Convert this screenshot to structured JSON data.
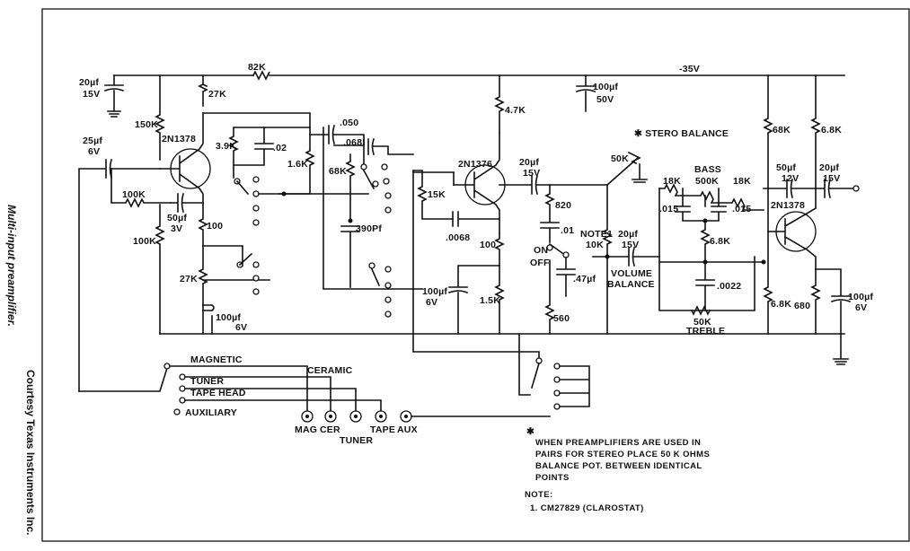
{
  "caption": "Multi-input preamplifier.",
  "credit": "Courtesy Texas Instruments Inc.",
  "supply": "-35V",
  "transistors": [
    "2N1378",
    "2N1376",
    "2N1378"
  ],
  "labels": {
    "c_in_top": "20µf",
    "c_in_top_v": "15V",
    "r82k": "82K",
    "r27k_a": "27K",
    "r150k": "150K",
    "c25": "25µf",
    "c25v": "6V",
    "r100k_a": "100K",
    "c50": "50µf",
    "c50v": "3V",
    "r100": "100",
    "r100k_b": "100K",
    "r27k_b": "27K",
    "c100_a": "100µf",
    "c100_av": "6V",
    "r39k": "3.9K",
    "c02": ".02",
    "r16k": "1.6K",
    "c050": ".050",
    "c068": ".068",
    "r68k_a": "68K",
    "c390": "390Pf",
    "r47k": "4.7K",
    "r15k": "15K",
    "c0068": ".0068",
    "r100b": "100",
    "c100_b": "100µf",
    "c100_bv": "6V",
    "r15k_b": "1.5K",
    "c100_top": "100µf",
    "c100_topv": "50V",
    "c20_b": "20µf",
    "c20_bv": "15V",
    "r820": "820",
    "c01": ".01",
    "on": "ON",
    "off": "OFF",
    "c47": ".47µf",
    "r560": "560",
    "note1": "NOTE1",
    "r10k": "10K",
    "c20_c": "20µf",
    "c20_cv": "15V",
    "volume": "VOLUME",
    "balance": "BALANCE",
    "stereo": "✱ STERO BALANCE",
    "r50k": "50K",
    "bass": "BASS",
    "r18k_a": "18K",
    "r500k": "500K",
    "r18k_b": "18K",
    "c015_a": ".015",
    "c015_b": ".015",
    "r68k_b": "6.8K",
    "c0022": ".0022",
    "r50k_b": "50K",
    "treble": "TREBLE",
    "r68k_c": "68K",
    "r68k_d": "6.8K",
    "c50_c": "50µf",
    "c50_cv": "12V",
    "c20_d": "20µf",
    "c20_dv": "15V",
    "r68k_e": "6.8K",
    "r680": "680",
    "c100_c": "100µf",
    "c100_cv": "6V"
  },
  "inputs": {
    "selector": [
      "MAGNETIC",
      "CERAMIC",
      "TUNER",
      "TAPE HEAD",
      "AUXILIARY"
    ],
    "jacks": [
      "MAG",
      "CER",
      "TUNER",
      "TAPE",
      "AUX"
    ]
  },
  "footnote": {
    "star": "✱",
    "lines": [
      "WHEN PREAMPLIFIERS ARE USED IN",
      "PAIRS FOR STEREO PLACE 50 K OHMS",
      "BALANCE POT. BETWEEN IDENTICAL",
      "POINTS"
    ],
    "note_title": "NOTE:",
    "note_1": "1. CM27829  (CLAROSTAT)"
  }
}
